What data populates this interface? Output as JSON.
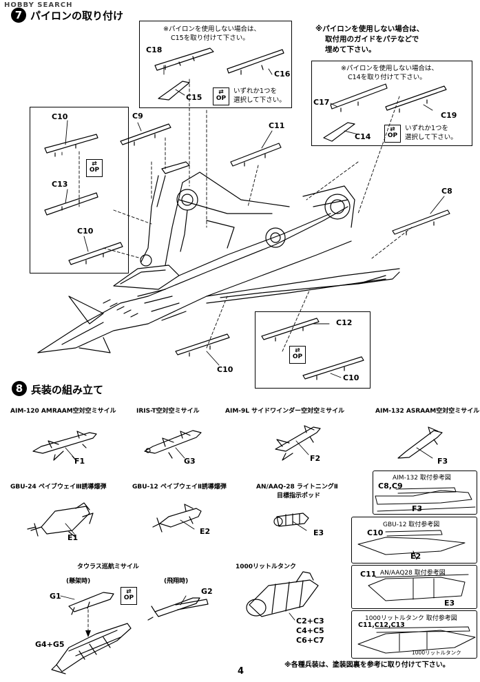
{
  "watermark": "HOBBY SEARCH",
  "step7": {
    "number": "7",
    "title": "パイロンの取り付け"
  },
  "step8": {
    "number": "8",
    "title": "兵装の組み立て"
  },
  "notes": {
    "c15_line1": "※パイロンを使用しない場合は、",
    "c15_line2": "C15を取り付けて下さい。",
    "c14_line1": "※パイロンを使用しない場合は、",
    "c14_line2": "C14を取り付けて下さい。",
    "guide_line1": "※パイロンを使用しない場合は、",
    "guide_line2": "取付用のガイドをパテなどで",
    "guide_line3": "埋めて下さい。",
    "op_choose1_line1": "いずれか1つを",
    "op_choose1_line2": "選択して下さい。",
    "op_choose2_line1": "いずれか1つを",
    "op_choose2_line2": "選択して下さい。",
    "footer": "※各種兵装は、塗装図裏を参考に取り付けて下さい。"
  },
  "op_label": "OP",
  "parts": {
    "c18": "C18",
    "c16": "C16",
    "c15": "C15",
    "c17": "C17",
    "c19": "C19",
    "c14": "C14",
    "c10_a": "C10",
    "c13": "C13",
    "c10_b": "C10",
    "c9": "C9",
    "c11": "C11",
    "c8": "C8",
    "c12": "C12",
    "c10_c": "C10",
    "c10_d": "C10"
  },
  "weapons": {
    "w1_name": "AIM-120 AMRAAM空対空ミサイル",
    "w1_part": "F1",
    "w2_name": "IRIS-T空対空ミサイル",
    "w2_part": "G3",
    "w3_name": "AIM-9L サイドワインダー空対空ミサイル",
    "w3_part": "F2",
    "w4_name": "AIM-132 ASRAAM空対空ミサイル",
    "w4_part": "F3",
    "w5_name": "GBU-24 ペイブウェイⅢ誘導爆弾",
    "w5_part": "E1",
    "w6_name": "GBU-12 ペイブウェイⅡ誘導爆弾",
    "w6_part": "E2",
    "w7_name1": "AN/AAQ-28 ライトニングⅡ",
    "w7_name2": "目標指示ポッド",
    "w7_part": "E3",
    "taurus_name": "タウラス巡航ミサイル",
    "taurus_sub1": "(懸架時)",
    "taurus_sub2": "(飛翔時)",
    "taurus_g1": "G1",
    "taurus_g2": "G2",
    "taurus_g4g5": "G4+G5",
    "tank_name": "1000リットルタンク",
    "tank_parts1": "C2+C3",
    "tank_parts2": "C4+C5",
    "tank_parts3": "C6+C7"
  },
  "ref_boxes": {
    "r1_title": "AIM-132 取付参考図",
    "r1_a": "C8,C9",
    "r1_b": "F3",
    "r2_title": "GBU-12 取付参考図",
    "r2_a": "C10",
    "r2_b": "E2",
    "r3_title": "AN/AAQ28 取付参考図",
    "r3_a": "C11",
    "r3_b": "E3",
    "r4_title": "1000リットルタンク 取付参考図",
    "r4_a": "C11,C12,C13",
    "r4_b": "1000リットルタンク"
  },
  "page_number": "4"
}
